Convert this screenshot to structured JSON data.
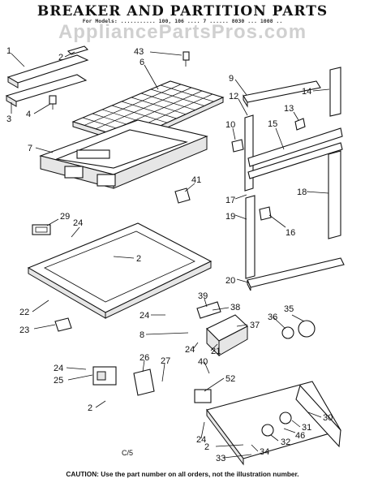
{
  "header": {
    "title": "BREAKER AND PARTITION PARTS",
    "subtitle": "For Models: ........... 100, 106 .... 7 ...... 8030 ... 1008 ..",
    "watermark": "AppliancePartsPros.com"
  },
  "diagram": {
    "code": "C/5",
    "caution": "CAUTION: Use the part number on all orders, not the illustration number.",
    "callouts": [
      "1",
      "2",
      "3",
      "4",
      "43",
      "6",
      "7",
      "41",
      "9",
      "12",
      "14",
      "13",
      "10",
      "15",
      "17",
      "18",
      "19",
      "16",
      "20",
      "29",
      "24",
      "2",
      "22",
      "23",
      "39",
      "38",
      "24",
      "8",
      "37",
      "35",
      "36",
      "24",
      "21",
      "40",
      "52",
      "24",
      "25",
      "26",
      "27",
      "2",
      "30",
      "31",
      "46",
      "32",
      "24",
      "2",
      "34",
      "33"
    ]
  }
}
